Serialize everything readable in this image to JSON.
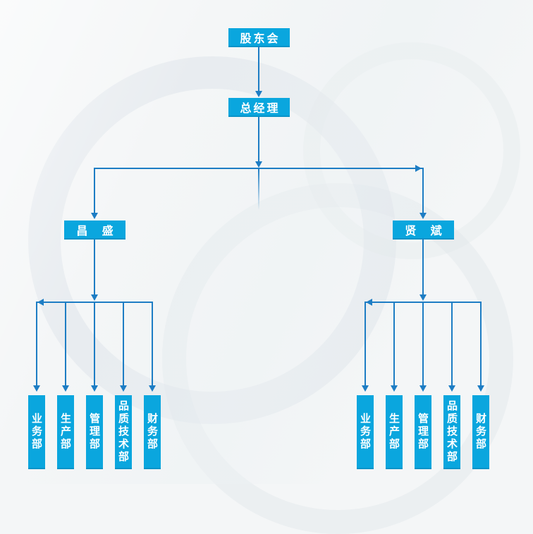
{
  "org": {
    "shareholders": {
      "label": "股东会"
    },
    "general_manager": {
      "label": "总经理"
    },
    "managers": [
      {
        "label": "昌  盛"
      },
      {
        "label": "贤  斌"
      }
    ],
    "departments_left": [
      {
        "label": "业务部"
      },
      {
        "label": "生产部"
      },
      {
        "label": "管理部"
      },
      {
        "label": "品质技术部"
      },
      {
        "label": "财务部"
      }
    ],
    "departments_right": [
      {
        "label": "业务部"
      },
      {
        "label": "生产部"
      },
      {
        "label": "管理部"
      },
      {
        "label": "品质技术部"
      },
      {
        "label": "财务部"
      }
    ]
  },
  "colors": {
    "node_fill": "#0aa6de",
    "node_edge": "#0b93c8",
    "connector_line": "#1d7dc4",
    "node_text": "#ffffff",
    "background": "#f4f6f7"
  }
}
